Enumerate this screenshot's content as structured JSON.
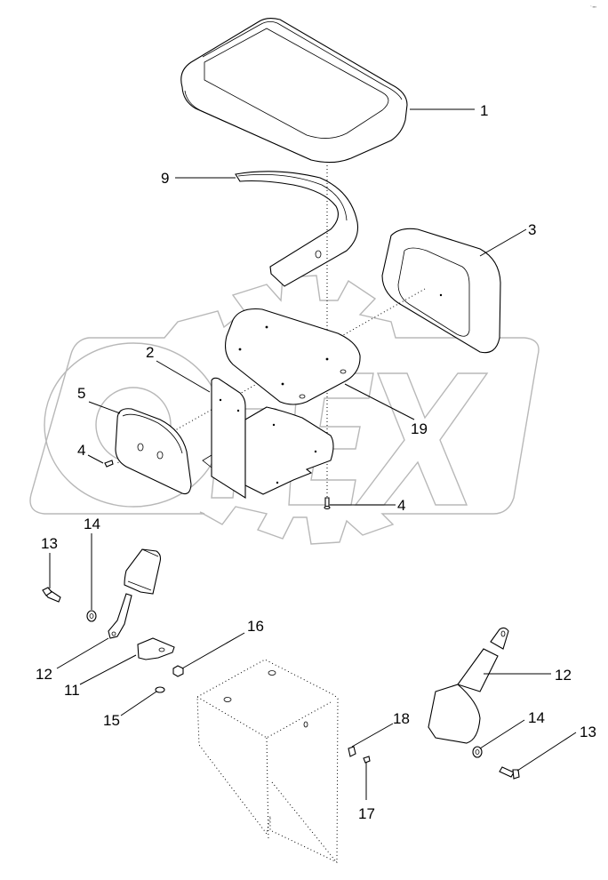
{
  "diagram": {
    "type": "exploded-parts-view",
    "subject": "seat assembly with seat belts",
    "watermark": "OPEX",
    "corner_mark": "ᵔ ▪▪▪",
    "callouts": [
      {
        "id": "c1",
        "label": "1",
        "part": "seat-cushion"
      },
      {
        "id": "c9",
        "label": "9",
        "part": "trim-strip"
      },
      {
        "id": "c3",
        "label": "3",
        "part": "backrest-cushion"
      },
      {
        "id": "c2",
        "label": "2",
        "part": "seat-bracket"
      },
      {
        "id": "c19",
        "label": "19",
        "part": "seat-plate"
      },
      {
        "id": "c5",
        "label": "5",
        "part": "side-pad"
      },
      {
        "id": "c4a",
        "label": "4",
        "part": "screw"
      },
      {
        "id": "c4b",
        "label": "4",
        "part": "screw"
      },
      {
        "id": "c13a",
        "label": "13",
        "part": "bolt"
      },
      {
        "id": "c14a",
        "label": "14",
        "part": "washer"
      },
      {
        "id": "c12a",
        "label": "12",
        "part": "seat-belt-buckle"
      },
      {
        "id": "c11",
        "label": "11",
        "part": "angle-bracket"
      },
      {
        "id": "c16",
        "label": "16",
        "part": "nut"
      },
      {
        "id": "c15",
        "label": "15",
        "part": "flange-nut"
      },
      {
        "id": "c12b",
        "label": "12",
        "part": "seat-belt-retractor"
      },
      {
        "id": "c18",
        "label": "18",
        "part": "clip-nut"
      },
      {
        "id": "c17",
        "label": "17",
        "part": "screw"
      },
      {
        "id": "c14b",
        "label": "14",
        "part": "washer"
      },
      {
        "id": "c13b",
        "label": "13",
        "part": "bolt"
      }
    ]
  }
}
